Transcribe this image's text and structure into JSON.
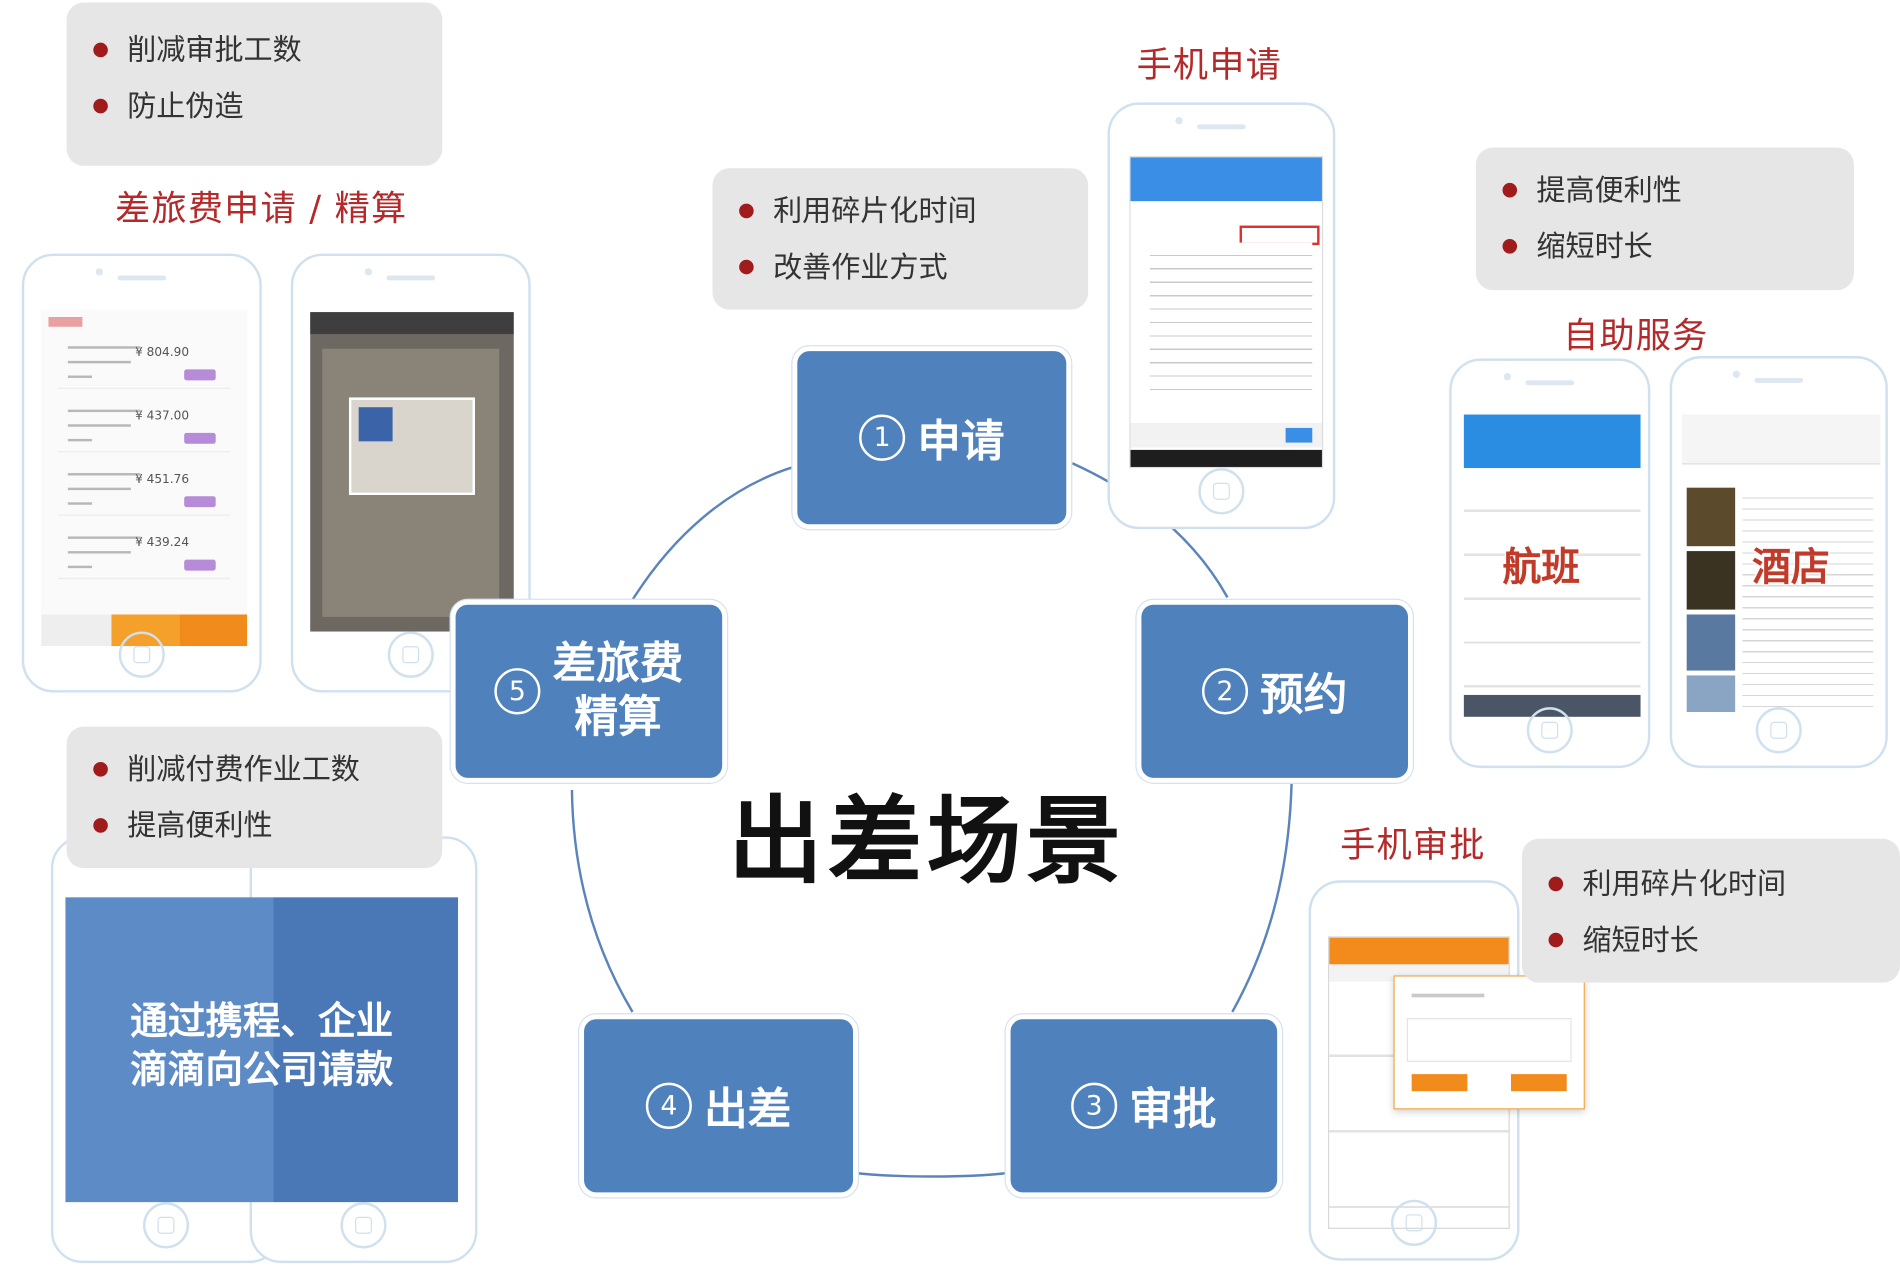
{
  "center_title": "出差场景",
  "steps": [
    {
      "num": "1",
      "label": "申请"
    },
    {
      "num": "2",
      "label": "预约"
    },
    {
      "num": "3",
      "label": "审批"
    },
    {
      "num": "4",
      "label": "出差"
    },
    {
      "num": "5",
      "label_line1": "差旅费",
      "label_line2": "精算"
    }
  ],
  "section_titles": {
    "expense": "差旅费申请 / 精算",
    "mobile_apply": "手机申请",
    "self_service": "自助服务",
    "mobile_approve": "手机审批"
  },
  "bullets": {
    "expense": [
      "削减审批工数",
      "防止伪造"
    ],
    "apply": [
      "利用碎片化时间",
      "改善作业方式"
    ],
    "self_service": [
      "提高便利性",
      "缩短时长"
    ],
    "payment": [
      "削减付费作业工数",
      "提高便利性"
    ],
    "approve": [
      "利用碎片化时间",
      "缩短时长"
    ]
  },
  "self_service_labels": {
    "flight": "航班",
    "hotel": "酒店"
  },
  "payment_text": {
    "line1": "通过携程、企业",
    "line2": "滴滴向公司请款"
  },
  "colors": {
    "step_fill": "#4f81bd",
    "title_red": "#b42a2a",
    "bullet_dot": "#a01b1b",
    "box_gray": "#e6e6e6"
  }
}
